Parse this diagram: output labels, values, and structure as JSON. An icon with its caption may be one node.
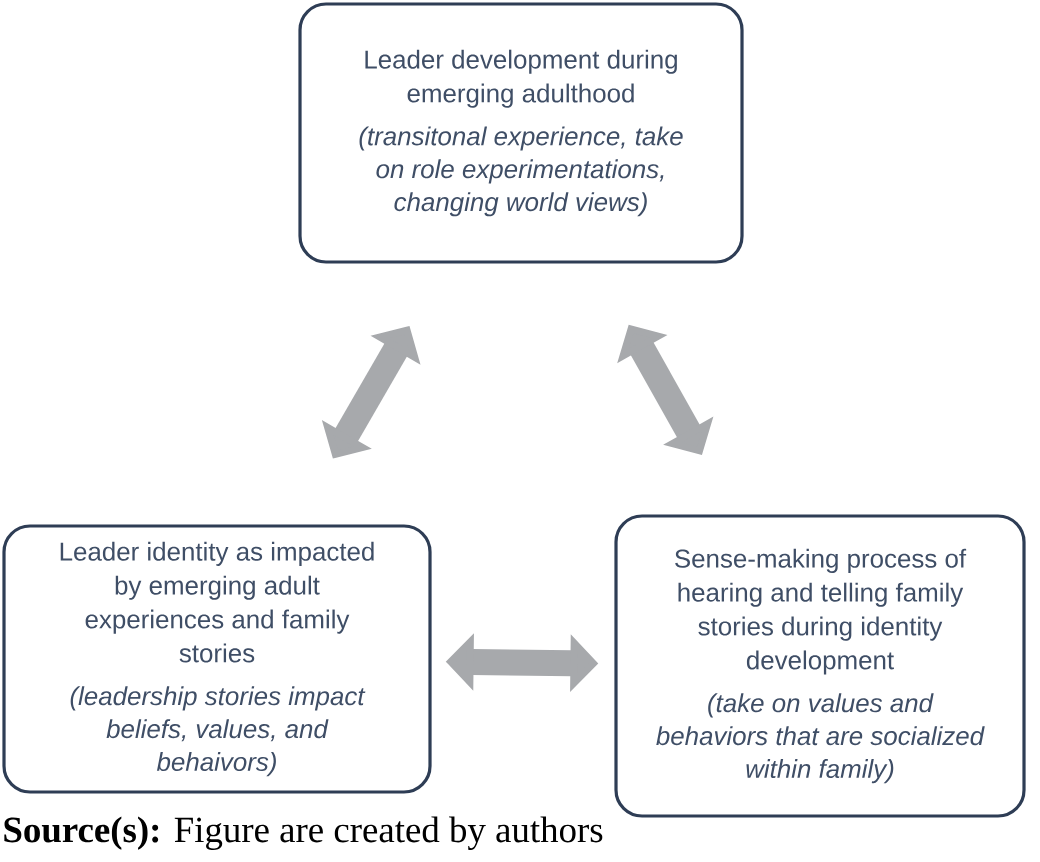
{
  "diagram": {
    "caption": "**Source(s):** Figure are created by authors",
    "nodes": [
      {
        "text": [
          "Leader development during emerging adulthood",
          "(transitonal experience, take on role experimentations, changing world views)"
        ]
      },
      {
        "text": [
          "Leader identity as impacted by emerging adult experiences and family stories",
          "(leadership stories impact beliefs, values, and behaivors)"
        ]
      },
      {
        "text": [
          "Sense-making process of hearing and telling family stories during identity development",
          "(take on values and behaviors that are socialized within family)"
        ]
      }
    ],
    "edges": [
      {
        "from": 1,
        "to": 0,
        "arrow": "both"
      },
      {
        "from": 0,
        "to": 2,
        "arrow": "both"
      },
      {
        "from": 1,
        "to": 2,
        "arrow": "both"
      }
    ]
  }
}
